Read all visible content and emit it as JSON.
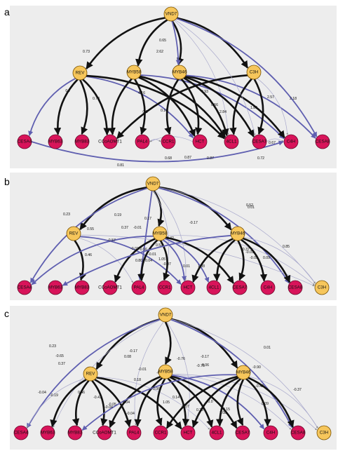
{
  "colors": {
    "regulator_fill": "#f6c65b",
    "target_fill": "#d8145a",
    "node_stroke": "#7a5200",
    "activation_edge": "#111111",
    "repression_edge": "#5f5fb0",
    "faint_edge": "#a9a9cc",
    "panel_background": "#ededed"
  },
  "panels": [
    {
      "letter": "a",
      "nodes": {
        "VND7": "VND7",
        "REV": "REV",
        "MYB58": "MYB58",
        "MYB46": "MYB46",
        "C3H": "C3H",
        "CESA4": "CESA4",
        "MYB63": "MYB63",
        "MYB83": "MYB83",
        "CCoAOMT1": "CCoAOMT1",
        "PAL4": "PAL4",
        "CCR1": "CCR1",
        "HCT": "HCT",
        "4CL1": "4CL1",
        "CESA7": "CESA7",
        "C4H": "C4H",
        "CESA8": "CESA8"
      },
      "edge_labels": [
        "0.65",
        "2.62",
        "0.73",
        "4.16",
        "0.7",
        "0.73",
        "0.8",
        "0.93",
        "0.16",
        "0.56",
        "2.84",
        "1.89",
        "2.57",
        "2.18",
        "0.87",
        "0.68",
        "0.87",
        "0.81",
        "0.72",
        "0.67"
      ]
    },
    {
      "letter": "b",
      "nodes": {
        "VND7": "VND7",
        "REV": "REV",
        "MYB58": "MYB58",
        "MYB46": "MYB46",
        "CESA4": "CESA4",
        "MYB63": "MYB63",
        "MYB83": "MYB83",
        "CCoAOMT1": "CCoAOMT1",
        "PAL4": "PAL4",
        "CCR1": "CCR1",
        "HCT": "HCT",
        "4CL1": "4CL1",
        "CESA7": "CESA7",
        "C4H": "C4H",
        "CESA8": "CESA8",
        "C3H": "C3H"
      },
      "edge_labels": [
        "0.23",
        "0.19",
        "0.17",
        "0.55",
        "0.37",
        "-0.01",
        "-0.57",
        "0.46",
        "-0.56",
        "-0.01",
        "1.05",
        "0.80",
        "-0.07",
        "0.01",
        "1.08",
        "0.52",
        "-0.17",
        "0.01",
        "0.85",
        "-0.37",
        "-0.05",
        "0.09",
        "-0.42",
        "0.52",
        "-0.01",
        "0.04",
        "-0.01"
      ]
    },
    {
      "letter": "c",
      "nodes": {
        "VND7": "VND7",
        "REV": "REV",
        "MYB58": "MYB58",
        "MYB46": "MYB46",
        "CESA4": "CESA4",
        "MYB63": "MYB63",
        "MYB83": "MYB83",
        "CCoAOMT1": "CCoAOMT1",
        "PAL4": "PAL4",
        "CCR1": "CCR1",
        "HCT": "HCT",
        "4CL1": "4CL1",
        "CESA7": "CESA7",
        "C4H": "C4H",
        "CESA8": "CESA8",
        "C3H": "C3H"
      },
      "edge_labels": [
        "0.23",
        "-0.65",
        "0.37",
        "0.08",
        "-0.17",
        "-0.76",
        "-0.17",
        "0.06",
        "0.01",
        "-0.01",
        "-0.75",
        "-0.04",
        "-0.19",
        "0.46",
        "-0.41",
        "0.18",
        "0.06",
        "-0.30",
        "0.14",
        "-0.04",
        "-0.05",
        "-0.90",
        "-0.42",
        "0.09",
        "-0.37",
        "0.04",
        "-0.04",
        "1.05",
        "-0.07",
        "0.28",
        "0.0",
        "1.08",
        "0.15"
      ]
    }
  ]
}
